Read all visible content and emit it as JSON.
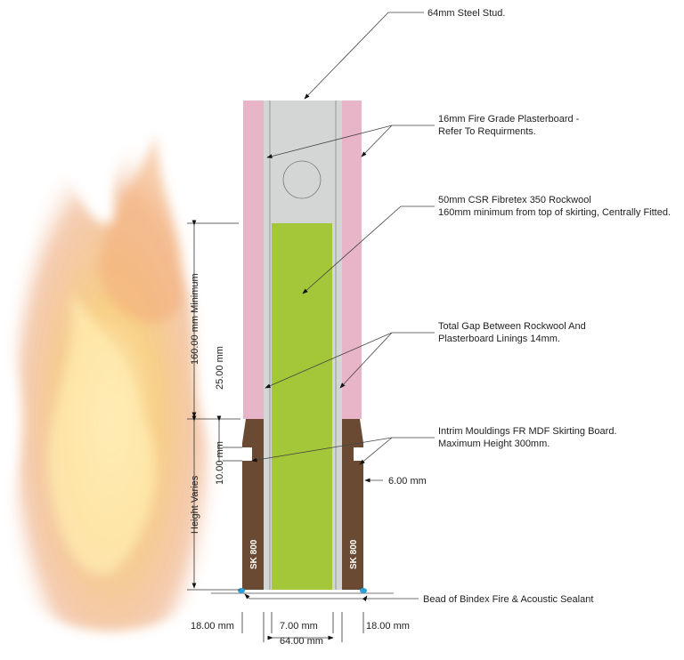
{
  "labels": {
    "steel_stud": "64mm Steel Stud.",
    "plasterboard_1": "16mm Fire Grade Plasterboard -",
    "plasterboard_2": "Refer To Requirments.",
    "rockwool_1": "50mm CSR Fibretex 350 Rockwool",
    "rockwool_2": "160mm minimum from top of skirting, Centrally Fitted.",
    "gap_1": "Total Gap Between Rockwool And",
    "gap_2": "Plasterboard Linings 14mm.",
    "skirting_1": "Intrim Mouldings FR MDF Skirting Board.",
    "skirting_2": "Maximum Height 300mm.",
    "sealant": "Bead of Bindex Fire & Acoustic Sealant",
    "skirting_code": "SK 800"
  },
  "dimensions": {
    "min_160": "160.00 mm Minimum",
    "dim_25": "25.00 mm",
    "dim_10": "10.00 mm",
    "height_varies": "Height Varies",
    "dim_6": "6.00 mm",
    "left_18": "18.00 mm",
    "gap_7": "7.00 mm",
    "right_18": "18.00 mm",
    "stud_64": "64.00 mm"
  },
  "colors": {
    "plasterboard": "#e8b4c8",
    "stud": "#d4d6d6",
    "rockwool": "#a4c639",
    "skirting": "#6b4a33",
    "sealant": "#2a9fd8"
  }
}
